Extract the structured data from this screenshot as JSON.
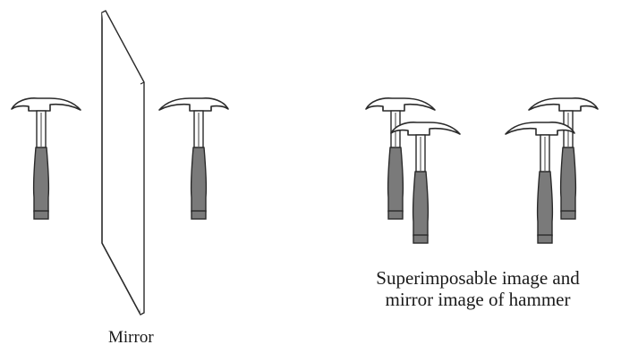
{
  "figure": {
    "mirror_label": "Mirror",
    "superimposed_caption": {
      "line1": "Superimposable image and",
      "line2": "mirror image of hammer"
    }
  },
  "colors": {
    "outline": "#2a2a2a",
    "handle_grip": "#7a7a7a",
    "mirror_face": "#ffffff",
    "background": "#ffffff"
  }
}
